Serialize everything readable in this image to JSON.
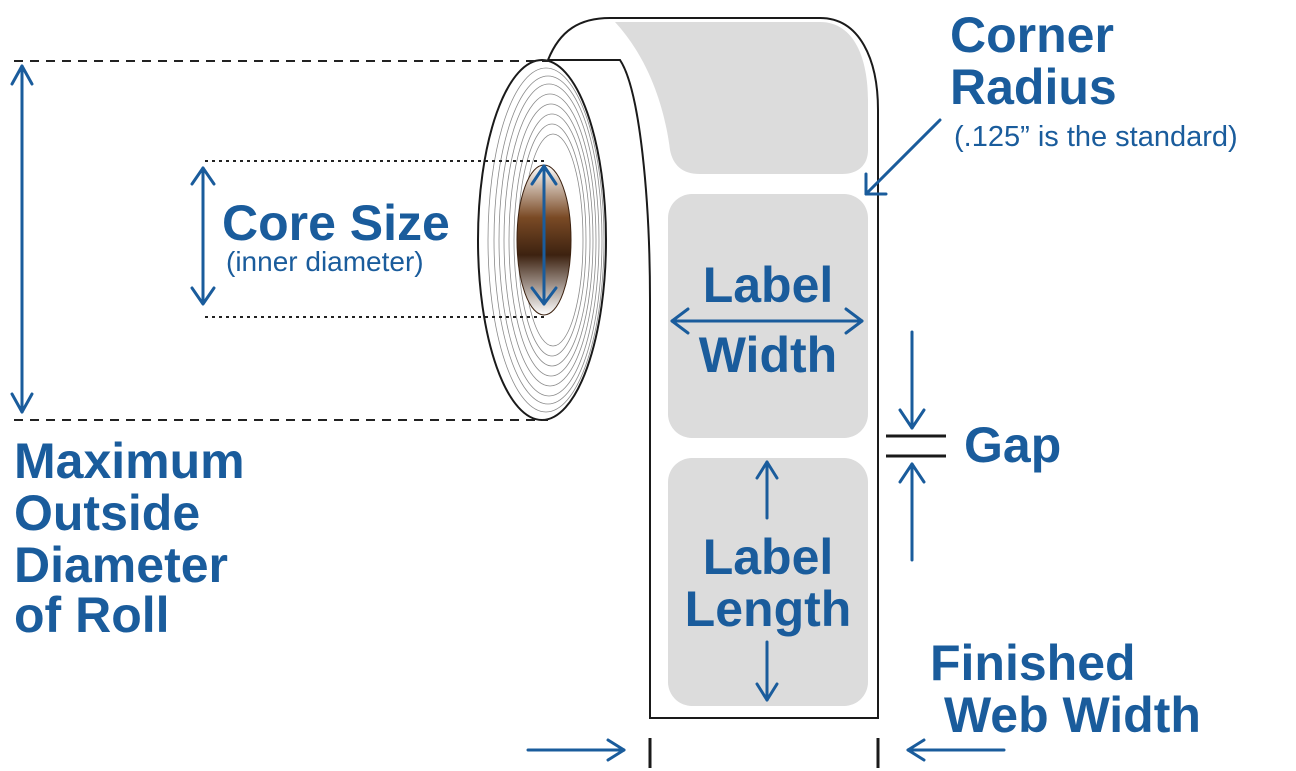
{
  "labels": {
    "corner_radius": [
      "Corner",
      "Radius"
    ],
    "corner_radius_note": "(.125” is the standard)",
    "core_size": "Core Size",
    "core_size_note": "(inner diameter)",
    "label_width": [
      "Label",
      "Width"
    ],
    "gap": "Gap",
    "label_length": [
      "Label",
      "Length"
    ],
    "max_outside_diameter": [
      "Maximum",
      "Outside",
      "Diameter",
      "of Roll"
    ],
    "finished_web_width": [
      "Finished",
      "Web Width"
    ]
  },
  "colors": {
    "accent": "#1a5c9c",
    "label_fill": "#dcdcdc",
    "core_brown": "#6a3d1f"
  }
}
